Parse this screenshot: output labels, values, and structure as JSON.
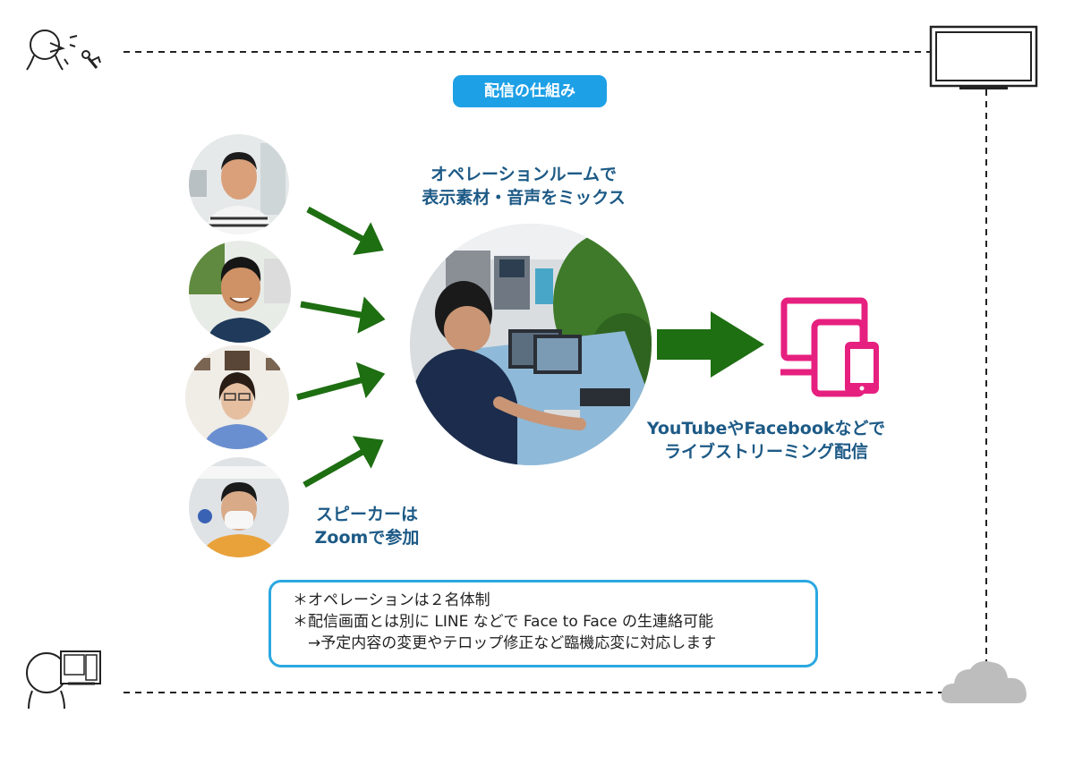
{
  "title": "配信の仕組み",
  "operation_caption": [
    "オペレーションルームで",
    "表示素材・音声をミックス"
  ],
  "speaker_caption": [
    "スピーカーは",
    "Zoomで参加"
  ],
  "streaming_caption": [
    "YouTubeやFacebookなどで",
    "ライブストリーミング配信"
  ],
  "notes": [
    "＊オペレーションは２名体制",
    "＊配信画面とは別に LINE などで Face to Face の生連絡可能",
    "　→予定内容の変更やテロップ修正など臨機応変に対応します"
  ],
  "colors": {
    "badge": "#1ea0e6",
    "caption_text": "#1d5a86",
    "arrow": "#1e6e12",
    "device_icon": "#e6207f",
    "note_border": "#2ba8e0",
    "cloud": "#bdbdbd"
  },
  "icons": [
    "speaker-person-icon",
    "tv-monitor-icon",
    "viewer-person-icon",
    "cloud-icon",
    "devices-icon"
  ]
}
